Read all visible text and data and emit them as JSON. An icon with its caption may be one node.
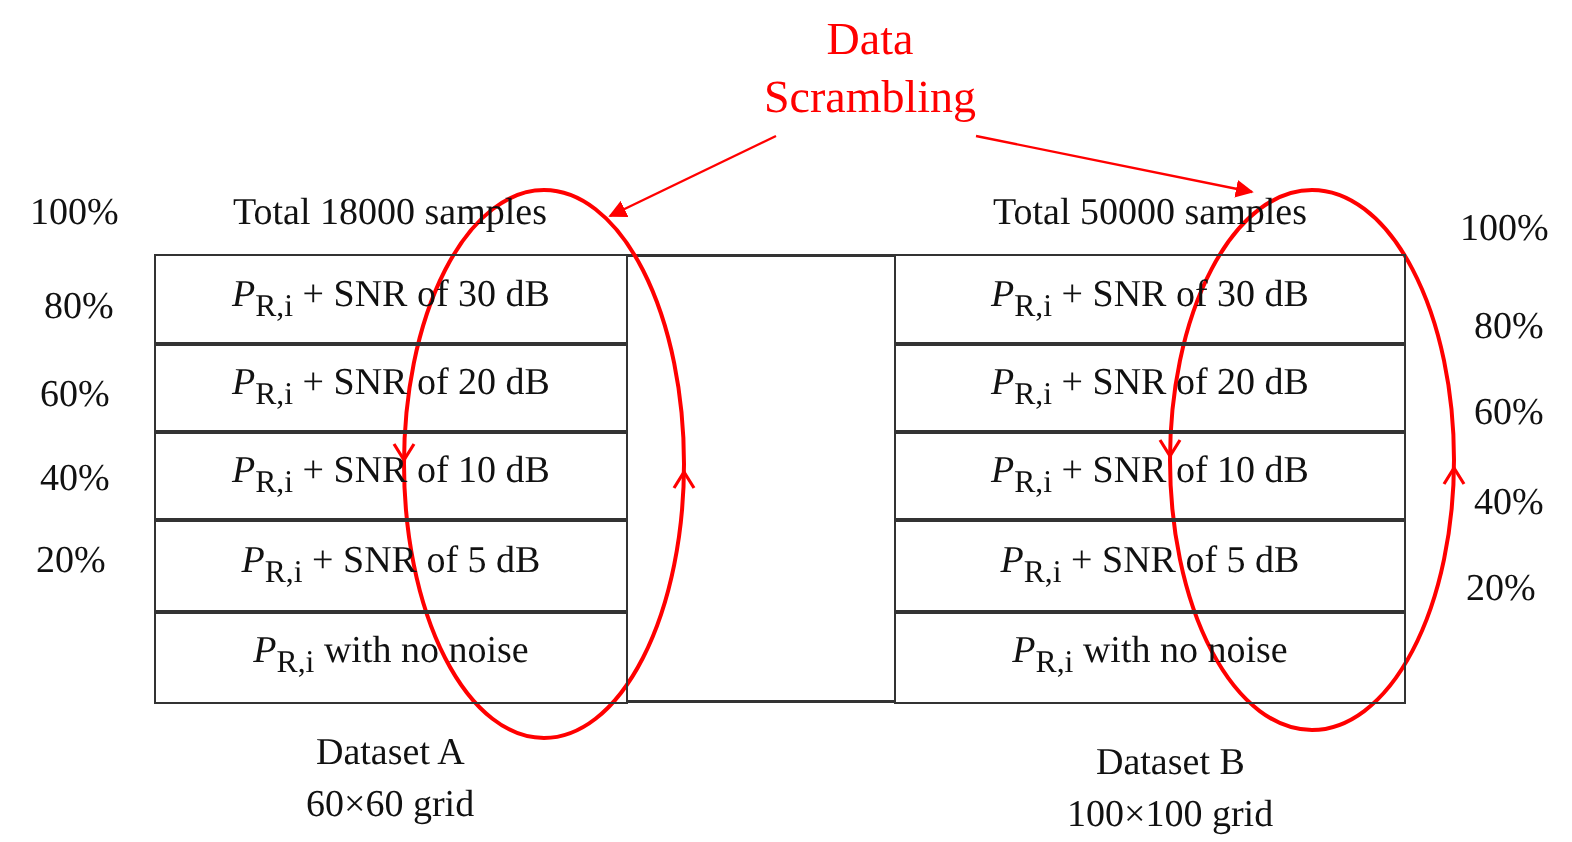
{
  "diagram": {
    "nodes": [
      {
        "text": [
          "Data Scrambling"
        ]
      },
      {
        "text": [],
        "shape": "ellipse"
      },
      {
        "text": [],
        "shape": "ellipse"
      },
      {
        "text": [
          "*P*$_{R,i}$ + SNR of 30 dB"
        ]
      },
      {
        "text": [
          "*P*$_{R,i}$ + SNR of 20 dB"
        ]
      },
      {
        "text": [
          "*P*$_{R,i}$ + SNR of 10 dB"
        ]
      },
      {
        "text": [
          "*P*$_{R,i}$ + SNR of 5 dB"
        ]
      },
      {
        "text": [
          "*P*$_{R,i}$ with no noise"
        ]
      },
      {
        "text": [
          "*P*$_{R,i}$ + SNR of 30 dB"
        ]
      },
      {
        "text": [
          "*P*$_{R,i}$ + SNR of 20 dB"
        ]
      },
      {
        "text": [
          "*P*$_{R,i}$ + SNR of 10 dB"
        ]
      },
      {
        "text": [
          "*P*$_{R,i}$ + SNR of 5 dB"
        ]
      },
      {
        "text": [
          "*P*$_{R,i}$ with no noise"
        ]
      }
    ],
    "edges": [
      {
        "from": 0,
        "to": 1,
        "arrow": "to",
        "color": "#ff0000"
      },
      {
        "from": 0,
        "to": 2,
        "arrow": "to",
        "color": "#ff0000"
      }
    ],
    "labels": [
      "100%",
      "Total 18000 samples",
      "Total 50000 samples",
      "100%",
      "80%",
      "80%",
      "60%",
      "60%",
      "40%",
      "40%",
      "20%",
      "20%",
      "Dataset A",
      "60×60 grid",
      "Dataset B",
      "100×100 grid"
    ]
  }
}
